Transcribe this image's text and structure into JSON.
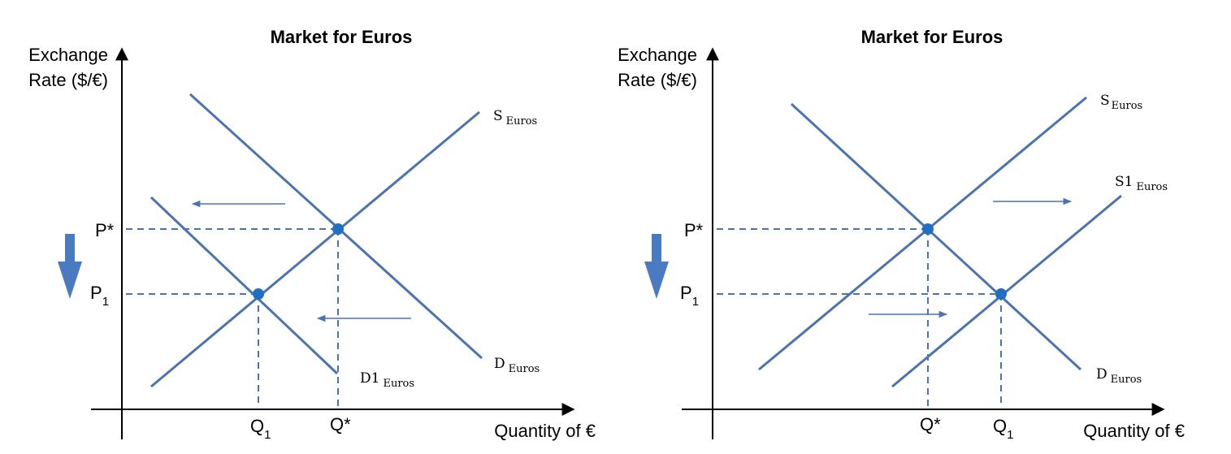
{
  "panels": [
    {
      "title": "Market for Euros",
      "y_label_line1": "Exchange",
      "y_label_line2": "Rate ($/€)",
      "x_label": "Quantity of €",
      "price_labels": {
        "p_star": "P*",
        "p1_base": "P",
        "p1_sub": "1"
      },
      "quantity_labels": {
        "q1_base": "Q",
        "q1_sub": "1",
        "q_star": "Q*"
      },
      "curves": [
        {
          "base": "S",
          "sub": "Euros"
        },
        {
          "base": "D",
          "sub": "Euros"
        },
        {
          "base": "D1",
          "sub": "Euros"
        }
      ]
    },
    {
      "title": "Market for Euros",
      "y_label_line1": "Exchange",
      "y_label_line2": "Rate ($/€)",
      "x_label": "Quantity of €",
      "price_labels": {
        "p_star": "P*",
        "p1_base": "P",
        "p1_sub": "1"
      },
      "quantity_labels": {
        "q_star": "Q*",
        "q1_base": "Q",
        "q1_sub": "1"
      },
      "curves": [
        {
          "base": "S",
          "sub": "Euros"
        },
        {
          "base": "S1",
          "sub": "Euros"
        },
        {
          "base": "D",
          "sub": "Euros"
        }
      ]
    }
  ],
  "colors": {
    "curve": "#4a73b0",
    "point": "#1f6fc4",
    "axis": "#000000"
  }
}
